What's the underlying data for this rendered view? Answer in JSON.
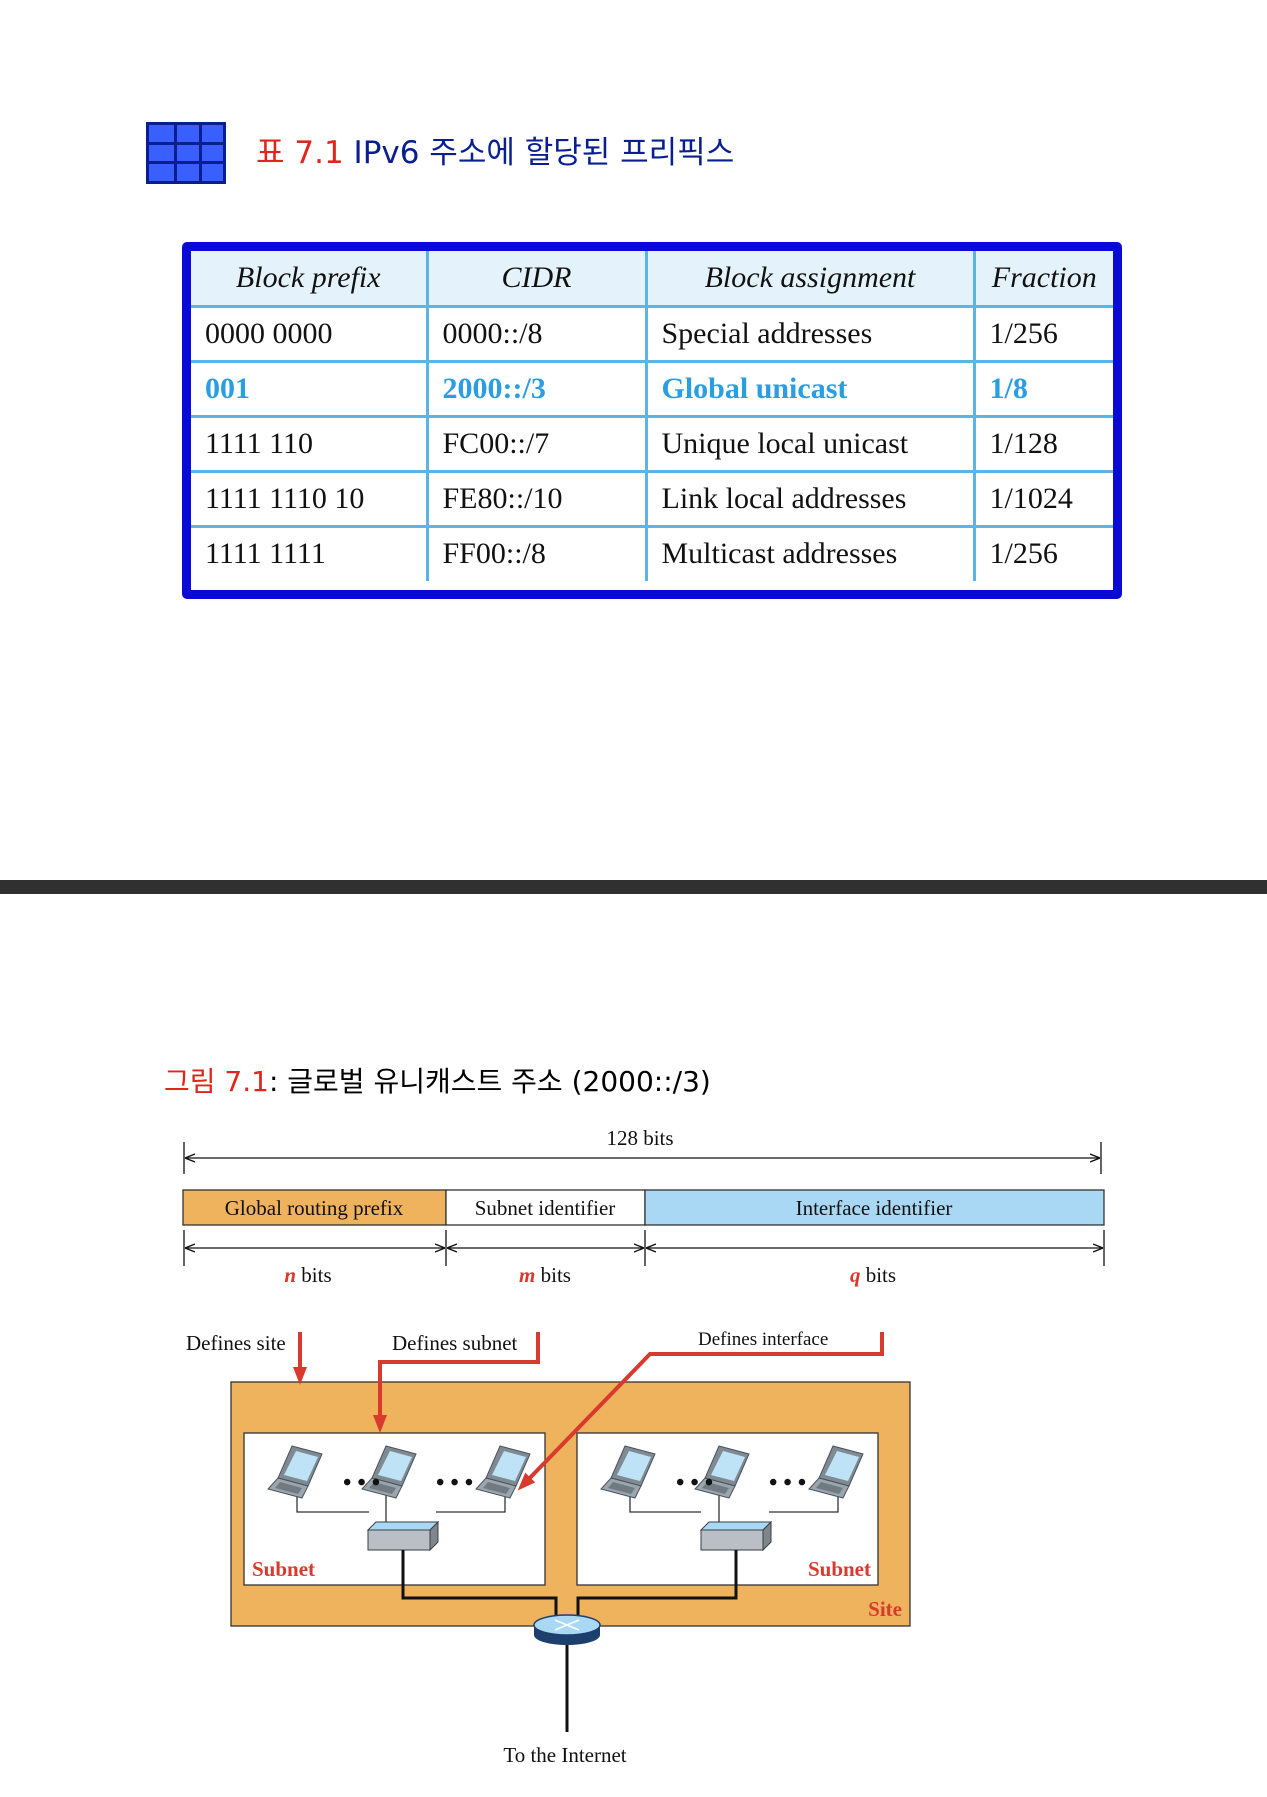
{
  "slide1": {
    "caption": {
      "number": "표 7.1",
      "text": "IPv6 주소에 할당된 프리픽스"
    },
    "table": {
      "headers": [
        "Block prefix",
        "CIDR",
        "Block assignment",
        "Fraction"
      ],
      "rows": [
        [
          "0000 0000",
          "0000::/8",
          "Special addresses",
          "1/256"
        ],
        [
          "001",
          "2000::/3",
          "Global unicast",
          "1/8"
        ],
        [
          "1111 110",
          "FC00::/7",
          "Unique local unicast",
          "1/128"
        ],
        [
          "1111 1110 10",
          "FE80::/10",
          "Link local addresses",
          "1/1024"
        ],
        [
          "1111 1111",
          "FF00::/8",
          "Multicast addresses",
          "1/256"
        ]
      ],
      "highlighted_row": 1,
      "colors": {
        "frame": "#0a0ad6",
        "grid": "#5ab4e6",
        "header_bg": "#e4f3fb",
        "highlight_text": "#2a9ee0"
      }
    }
  },
  "slide2": {
    "caption": {
      "number": "그림 7.1",
      "text": ":  글로벌 유니캐스트 주소 (2000::/3)"
    },
    "figure": {
      "total_bits": "128 bits",
      "fields": [
        {
          "label": "Global routing prefix",
          "color": "#efb25d",
          "var": "n",
          "bits": " bits"
        },
        {
          "label": "Subnet identifier",
          "color": "#ffffff",
          "var": "m",
          "bits": " bits"
        },
        {
          "label": "Interface identifier",
          "color": "#a8d8f4",
          "var": "q",
          "bits": " bits"
        }
      ],
      "defines": {
        "site": "Defines site",
        "subnet": "Defines subnet",
        "interface": "Defines interface"
      },
      "subnet_label": "Subnet",
      "site_label": "Site",
      "internet_label": "To the Internet",
      "colors": {
        "site_bg": "#efb25d",
        "arrow": "#d83a2e",
        "label_red": "#d83a2e"
      }
    }
  }
}
